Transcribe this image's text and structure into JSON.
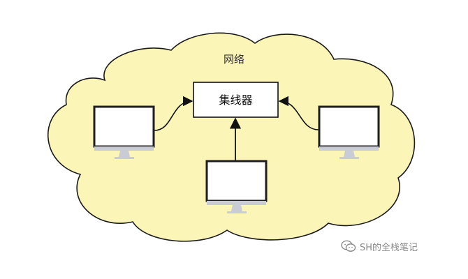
{
  "diagram": {
    "cloud_label": "网络",
    "hub_label": "集线器",
    "nodes": [
      {
        "id": "computer-left"
      },
      {
        "id": "computer-right"
      },
      {
        "id": "computer-bottom"
      }
    ]
  },
  "watermark": {
    "text": "SH的全栈笔记",
    "icon": "wechat-icon"
  },
  "colors": {
    "cloud_fill": "#fbf5b8",
    "cloud_stroke": "#1a1a1a",
    "screen_fill": "#ffffff",
    "screen_stroke": "#1e1e1e",
    "stand": "#c9ccd4"
  }
}
